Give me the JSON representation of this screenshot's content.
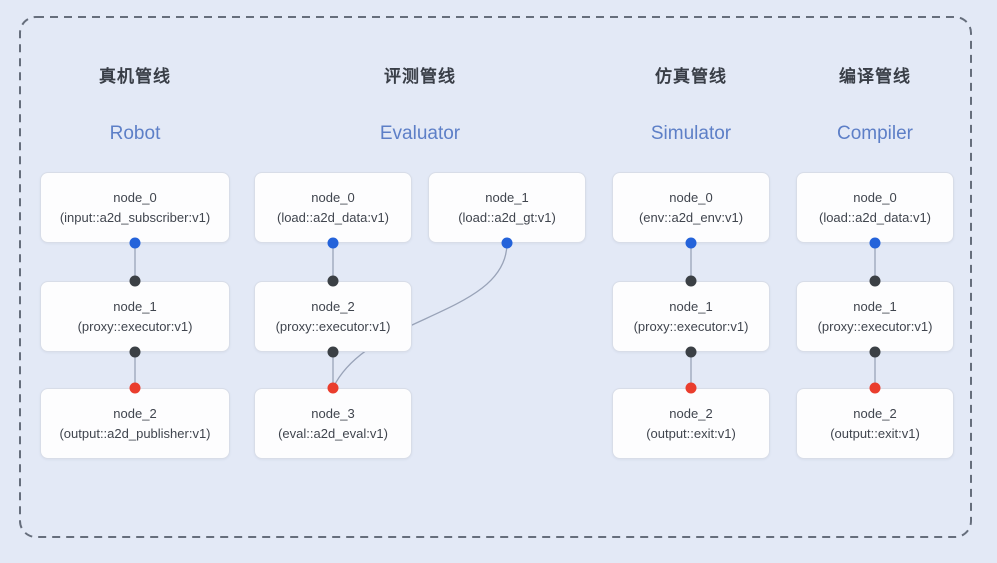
{
  "pipelines": [
    {
      "title_zh": "真机管线",
      "title_en": "Robot",
      "nodes": [
        {
          "name": "node_0",
          "type": "(input::a2d_subscriber:v1)"
        },
        {
          "name": "node_1",
          "type": "(proxy::executor:v1)"
        },
        {
          "name": "node_2",
          "type": "(output::a2d_publisher:v1)"
        }
      ]
    },
    {
      "title_zh": "评测管线",
      "title_en": "Evaluator",
      "nodes": [
        {
          "name": "node_0",
          "type": "(load::a2d_data:v1)"
        },
        {
          "name": "node_1",
          "type": "(load::a2d_gt:v1)"
        },
        {
          "name": "node_2",
          "type": "(proxy::executor:v1)"
        },
        {
          "name": "node_3",
          "type": "(eval::a2d_eval:v1)"
        }
      ]
    },
    {
      "title_zh": "仿真管线",
      "title_en": "Simulator",
      "nodes": [
        {
          "name": "node_0",
          "type": "(env::a2d_env:v1)"
        },
        {
          "name": "node_1",
          "type": "(proxy::executor:v1)"
        },
        {
          "name": "node_2",
          "type": "(output::exit:v1)"
        }
      ]
    },
    {
      "title_zh": "编译管线",
      "title_en": "Compiler",
      "nodes": [
        {
          "name": "node_0",
          "type": "(load::a2d_data:v1)"
        },
        {
          "name": "node_1",
          "type": "(proxy::executor:v1)"
        },
        {
          "name": "node_2",
          "type": "(output::exit:v1)"
        }
      ]
    }
  ],
  "colors": {
    "background": "#e3e9f6",
    "dashed_border": "#666e7c",
    "node_bg": "#fdfdfe",
    "node_border": "#d8dde8",
    "edge": "#99a3b8",
    "port_blue": "#2463da",
    "port_dark": "#3b4045",
    "port_red": "#ea3d2d",
    "header_en": "#5d7fc7"
  }
}
